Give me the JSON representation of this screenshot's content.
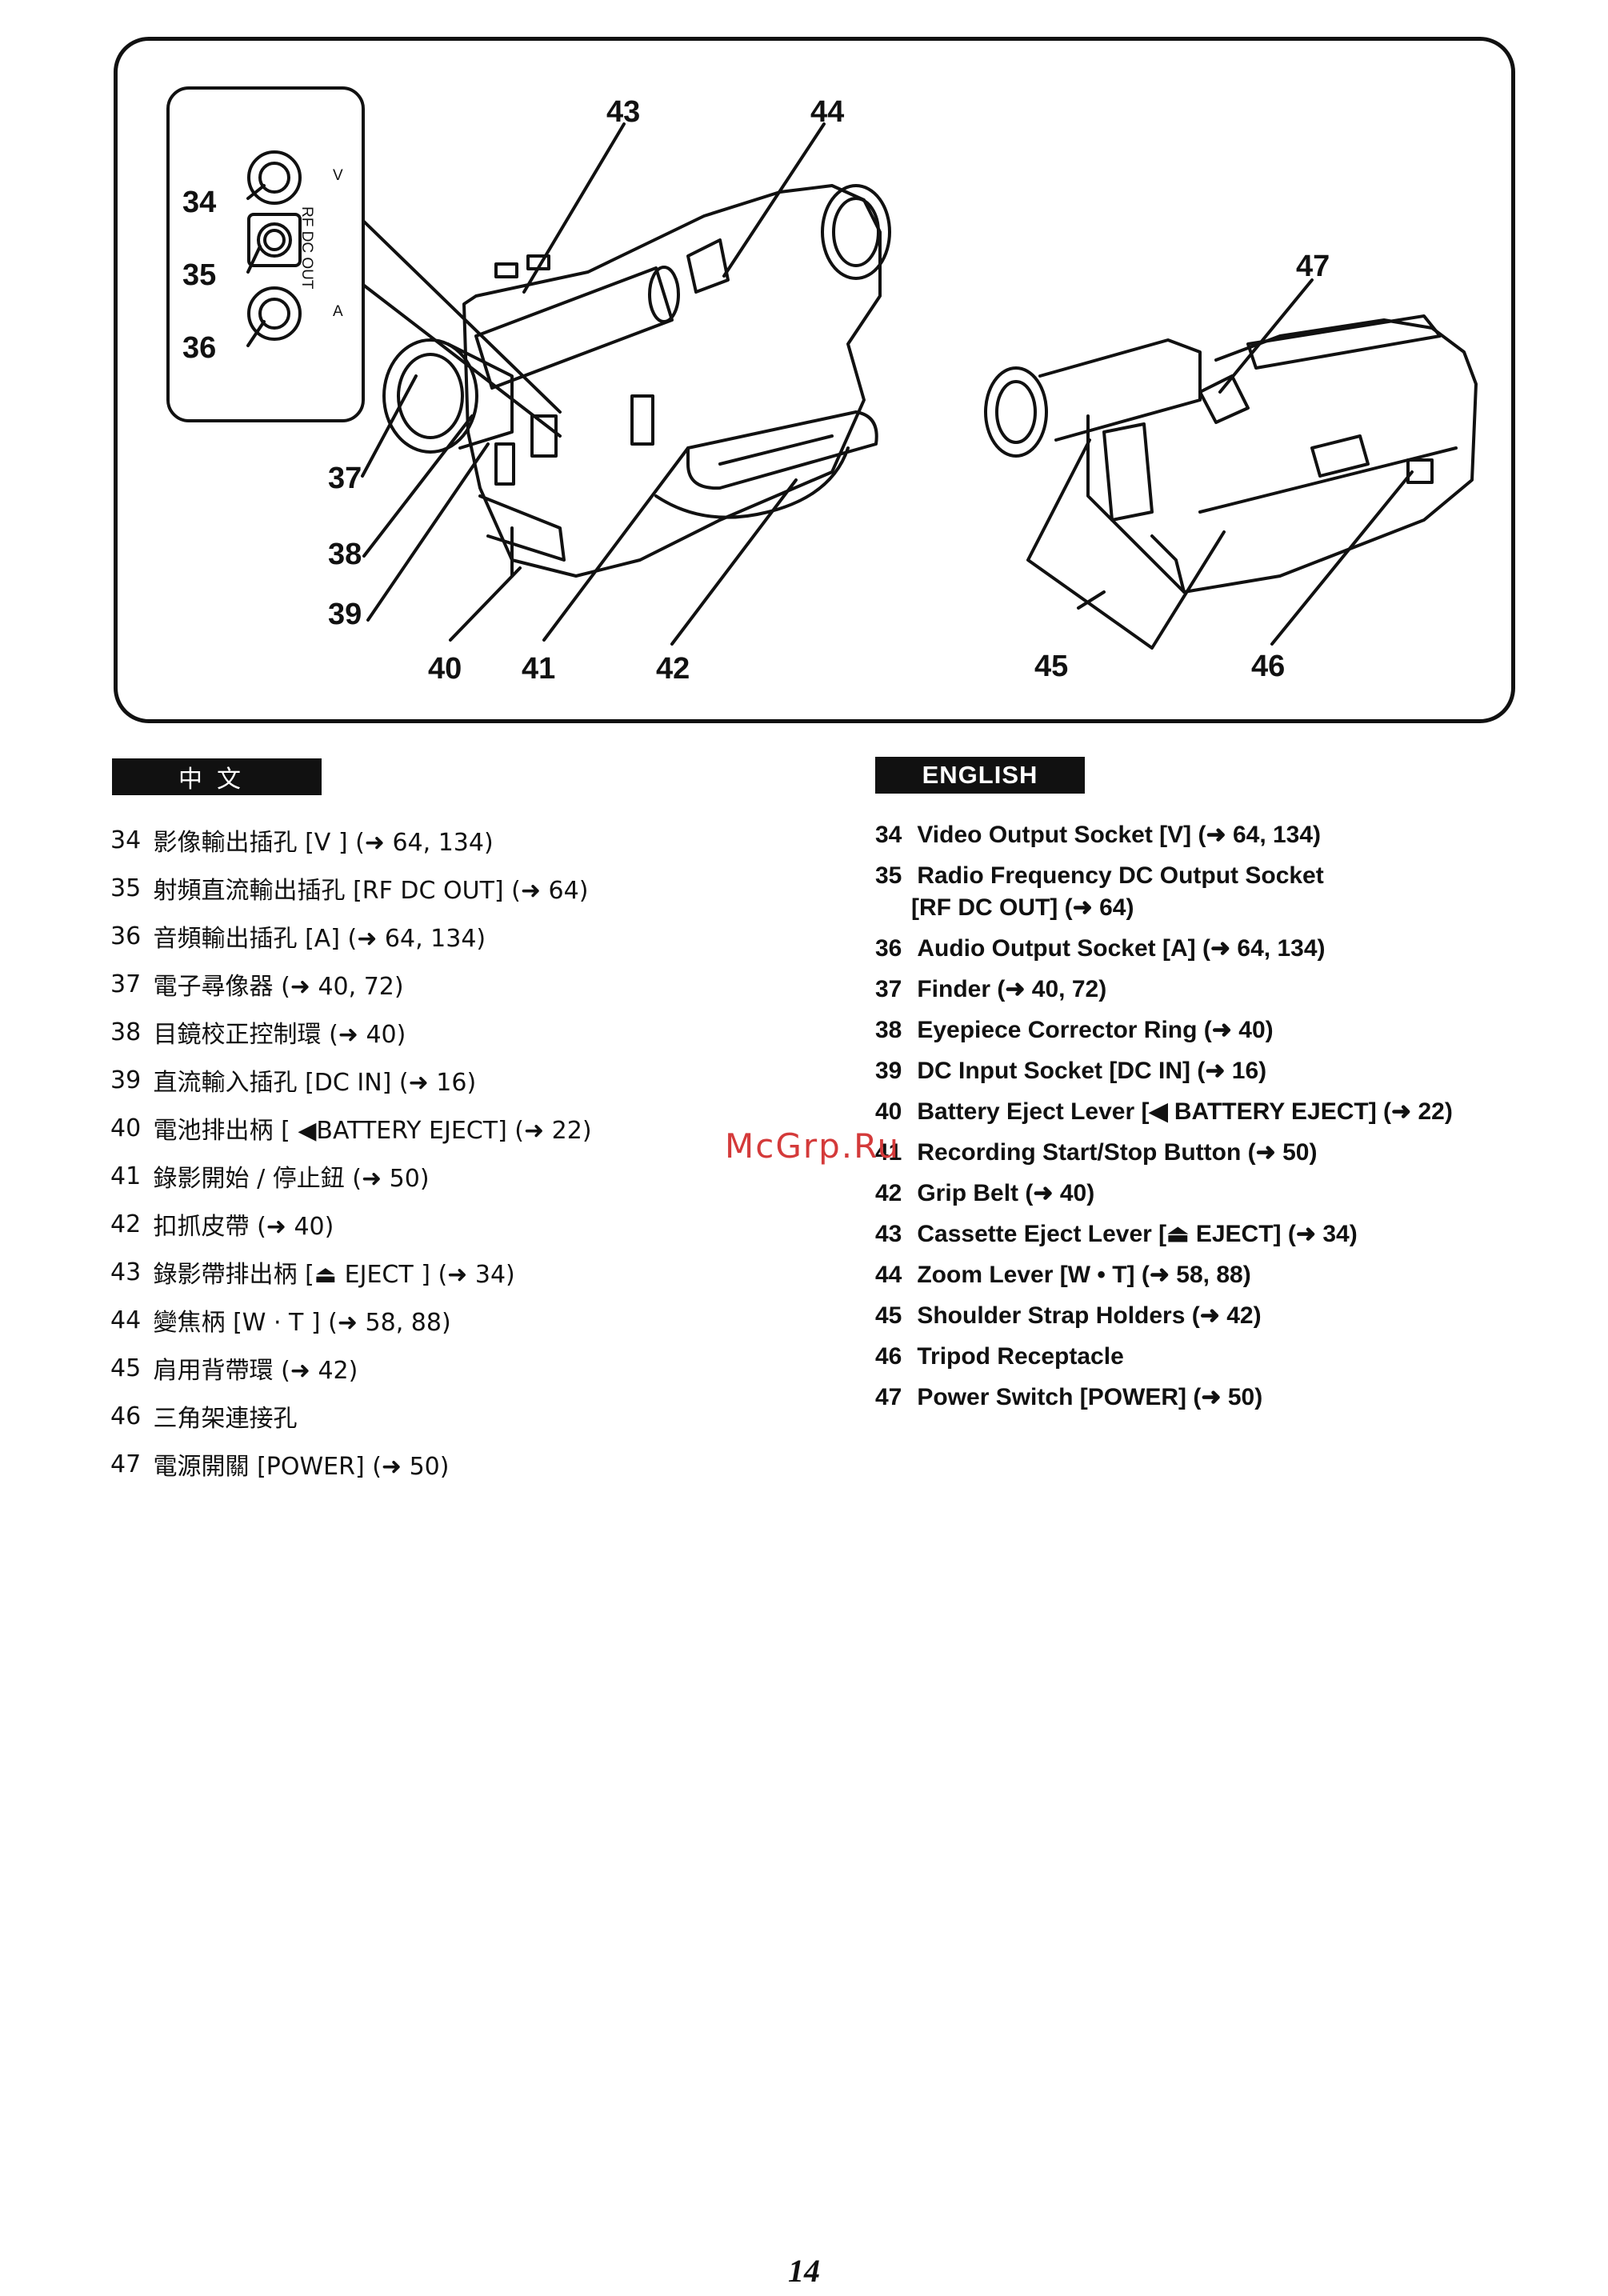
{
  "figure": {
    "callouts": [
      "34",
      "35",
      "36",
      "37",
      "38",
      "39",
      "40",
      "41",
      "42",
      "43",
      "44",
      "45",
      "46",
      "47"
    ],
    "jack_labels": {
      "v": "V",
      "rf": "RF DC OUT",
      "a": "A"
    }
  },
  "sections": {
    "chinese": {
      "header": "中文",
      "items": [
        {
          "num": "34",
          "text": "影像輸出插孔 [V ] (➜ 64, 134)"
        },
        {
          "num": "35",
          "text": "射頻直流輸出插孔 [RF DC OUT] (➜ 64)"
        },
        {
          "num": "36",
          "text": "音頻輸出插孔 [A] (➜ 64, 134)"
        },
        {
          "num": "37",
          "text": "電子尋像器 (➜ 40, 72)"
        },
        {
          "num": "38",
          "text": "目鏡校正控制環 (➜ 40)"
        },
        {
          "num": "39",
          "text": "直流輸入插孔 [DC IN] (➜ 16)"
        },
        {
          "num": "40",
          "text": "電池排出柄 [ ◀BATTERY EJECT] (➜ 22)"
        },
        {
          "num": "41",
          "text": "錄影開始 / 停止鈕 (➜ 50)"
        },
        {
          "num": "42",
          "text": "扣抓皮帶 (➜ 40)"
        },
        {
          "num": "43",
          "text": "錄影帶排出柄 [⏏ EJECT ] (➜ 34)"
        },
        {
          "num": "44",
          "text": "變焦柄 [W · T ] (➜ 58, 88)"
        },
        {
          "num": "45",
          "text": "肩用背帶環 (➜ 42)"
        },
        {
          "num": "46",
          "text": "三角架連接孔"
        },
        {
          "num": "47",
          "text": "電源開關 [POWER] (➜ 50)"
        }
      ]
    },
    "english": {
      "header": "ENGLISH",
      "items": [
        {
          "num": "34",
          "text": "Video Output Socket [V] (➜ 64, 134)"
        },
        {
          "num": "35",
          "text": "Radio Frequency DC Output Socket",
          "text2": "[RF DC OUT] (➜ 64)"
        },
        {
          "num": "36",
          "text": "Audio Output Socket [A] (➜ 64, 134)"
        },
        {
          "num": "37",
          "text": "Finder (➜ 40, 72)"
        },
        {
          "num": "38",
          "text": "Eyepiece Corrector Ring (➜ 40)"
        },
        {
          "num": "39",
          "text": "DC Input Socket [DC IN] (➜ 16)"
        },
        {
          "num": "40",
          "text": "Battery Eject Lever [◀ BATTERY EJECT] (➜ 22)"
        },
        {
          "num": "41",
          "text": "Recording Start/Stop Button (➜ 50)"
        },
        {
          "num": "42",
          "text": "Grip Belt (➜ 40)"
        },
        {
          "num": "43",
          "text": "Cassette Eject Lever [⏏ EJECT] (➜ 34)"
        },
        {
          "num": "44",
          "text": "Zoom Lever [W • T] (➜ 58, 88)"
        },
        {
          "num": "45",
          "text": "Shoulder Strap Holders (➜ 42)"
        },
        {
          "num": "46",
          "text": "Tripod Receptacle"
        },
        {
          "num": "47",
          "text": "Power Switch [POWER] (➜ 50)"
        }
      ]
    }
  },
  "watermark": "McGrp.Ru",
  "page_number": "14"
}
